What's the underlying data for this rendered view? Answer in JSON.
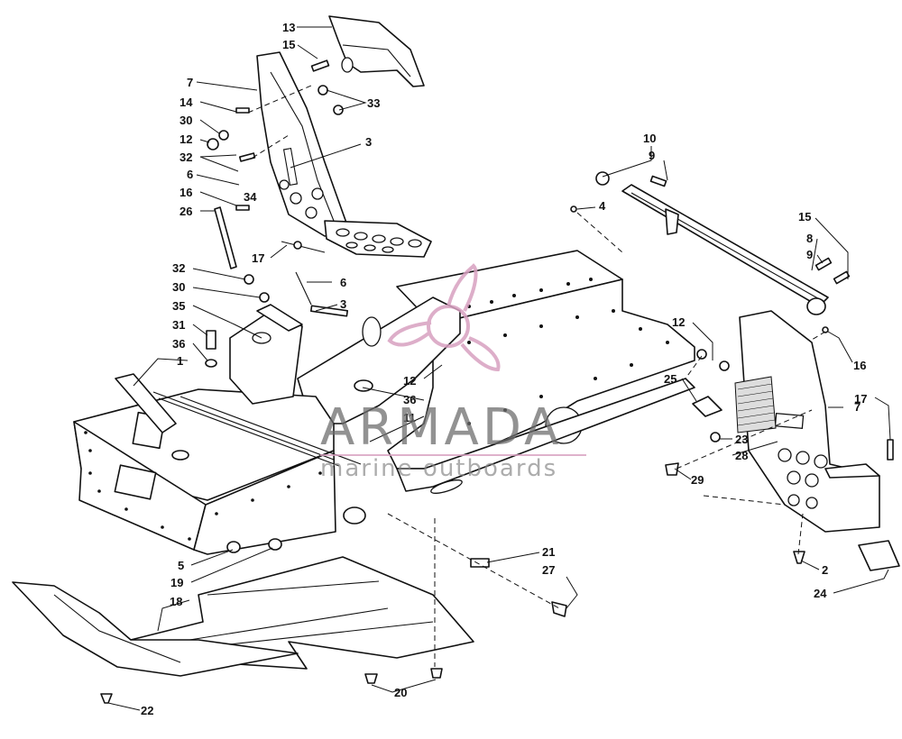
{
  "callouts": {
    "c13": "13",
    "c15a": "15",
    "c7a": "7",
    "c14": "14",
    "c33": "33",
    "c30a": "30",
    "c12a": "12",
    "c32a": "32",
    "c3a": "3",
    "c6a": "6",
    "c34": "34",
    "c16a": "16",
    "c26": "26",
    "c17a": "17",
    "c32b": "32",
    "c6b": "6",
    "c30b": "30",
    "c3b": "3",
    "c35": "35",
    "c31": "31",
    "c36a": "36",
    "c1": "1",
    "c12b": "12",
    "c36b": "36",
    "c11": "11",
    "c10": "10",
    "c9a": "9",
    "c4": "4",
    "c15b": "15",
    "c8": "8",
    "c9b": "9",
    "c12c": "12",
    "c16b": "16",
    "c25": "25",
    "c7b": "7",
    "c17b": "17",
    "c23": "23",
    "c28": "28",
    "c29": "29",
    "c5": "5",
    "c19": "19",
    "c21": "21",
    "c27": "27",
    "c2": "2",
    "c24": "24",
    "c18": "18",
    "c20": "20",
    "c22": "22"
  },
  "watermark": {
    "brand": "ARMADA",
    "tagline": "marine outboards",
    "colors": {
      "logo": "#d8a0c0",
      "text": "#6e6e6e"
    }
  }
}
